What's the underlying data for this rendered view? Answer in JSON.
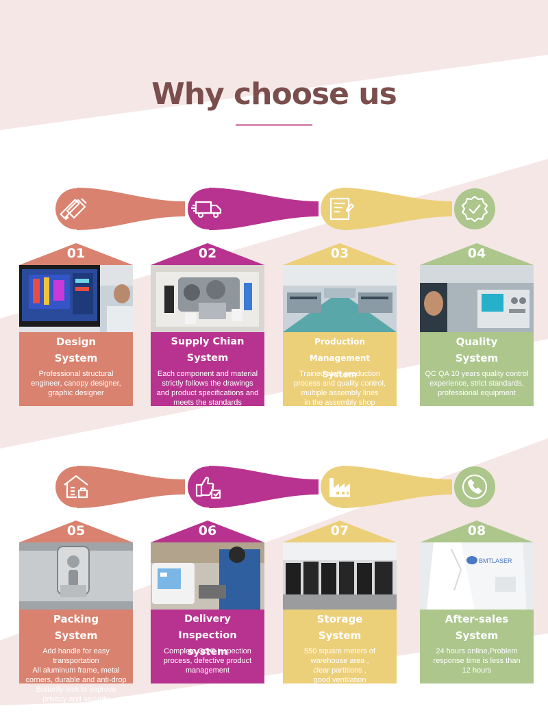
{
  "page": {
    "title": "Why choose us"
  },
  "colors": {
    "salmon": "#d9826f",
    "magenta": "#b8338f",
    "yellow": "#eccf79",
    "green": "#acc68c",
    "title": "#7a4e4c",
    "accent_line": "#d990b8",
    "background_band": "#f5e7e6"
  },
  "cards": [
    {
      "num": "01",
      "name_line1": "Design",
      "name_line2": "System",
      "desc": "Professional structural\nengineer, canopy designer,\ngraphic designer",
      "icon": "pencil-ruler-icon"
    },
    {
      "num": "02",
      "name_line1": "Supply Chian",
      "name_line2": "System",
      "desc": "Each component and material\nstrictly follows the drawings\nand product specifications and\nmeets the standards",
      "icon": "delivery-truck-icon"
    },
    {
      "num": "03",
      "name_line1": "Production Management",
      "name_line2": "System",
      "desc": "Trained staff, production\nprocess and quality control,\nmultiple assembly lines\nin the assembly shop",
      "icon": "clipboard-edit-icon"
    },
    {
      "num": "04",
      "name_line1": "Quality",
      "name_line2": "System",
      "desc": "QC QA 10 years quality control\nexperience, strict standards,\nprofessional equipment",
      "icon": "quality-badge-icon"
    },
    {
      "num": "05",
      "name_line1": "Packing",
      "name_line2": "System",
      "desc": "Add handle for easy\ntransportation\nAll aluminum frame, metal\ncorners, durable and anti-drop\nButterfly lock to improve\nprivacy and security",
      "icon": "warehouse-box-icon"
    },
    {
      "num": "06",
      "name_line1": "Delivery Inspection",
      "name_line2": "system",
      "desc": "Complete QQC inspection\nprocess, defective product\nmanagement",
      "icon": "thumbs-up-check-icon"
    },
    {
      "num": "07",
      "name_line1": "Storage",
      "name_line2": "System",
      "desc": "550 square meters of\nwarehouse area ,\nclear partitions ,\ngood ventilation",
      "icon": "factory-icon"
    },
    {
      "num": "08",
      "name_line1": "After-sales",
      "name_line2": "System",
      "desc": "24 hours online,Problem\nresponse time is less than\n12 hours",
      "icon": "phone-icon"
    }
  ],
  "photo_text": {
    "brand_on_coat": "BMTLASER"
  }
}
